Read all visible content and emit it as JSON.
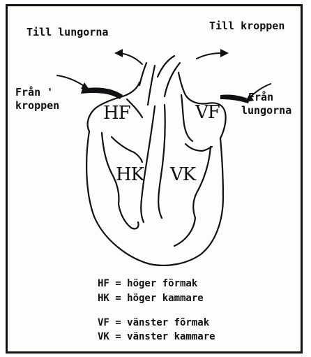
{
  "labels": {
    "top_left": "Till lungorna",
    "top_right": "Till kroppen",
    "left_line1": "Från '",
    "left_line2": "kroppen",
    "right_line1": "Från",
    "right_line2": "lungorna"
  },
  "chambers": {
    "hf": "HF",
    "vf": "VF",
    "hk": "HK",
    "vk": "VK"
  },
  "legend": [
    "HF = höger förmak",
    "HK = höger kammare",
    "VF = vänster förmak",
    "VK = vänster kammare"
  ]
}
